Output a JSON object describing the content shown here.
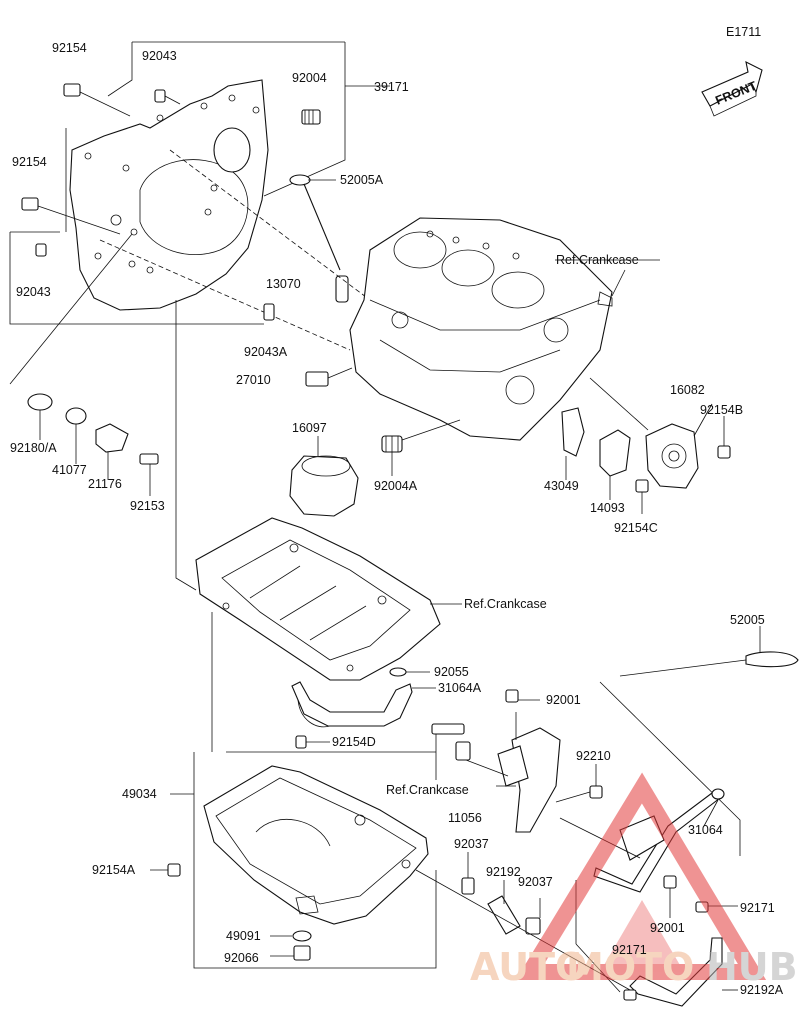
{
  "diagram_code": "E1711",
  "front_label": "FRONT",
  "labels": {
    "p92154_a": "92154",
    "p92043_a": "92043",
    "p92004": "92004",
    "p39171": "39171",
    "p92154_b": "92154",
    "p52005A": "52005A",
    "p92043_b": "92043",
    "p13070": "13070",
    "p92043A": "92043A",
    "p27010": "27010",
    "p92180A": "92180/A",
    "p41077": "41077",
    "p21176": "21176",
    "p92153": "92153",
    "p16097": "16097",
    "p92004A": "92004A",
    "ref_crankcase_1": "Ref.Crankcase",
    "p16082": "16082",
    "p92154B": "92154B",
    "p43049": "43049",
    "p14093": "14093",
    "p92154C": "92154C",
    "ref_crankcase_2": "Ref.Crankcase",
    "p52005": "52005",
    "p92055": "92055",
    "p31064A": "31064A",
    "p92001_a": "92001",
    "p92154D": "92154D",
    "p92210": "92210",
    "p49034": "49034",
    "ref_crankcase_3": "Ref.Crankcase",
    "p11056": "11056",
    "p31064": "31064",
    "p92037_a": "92037",
    "p92154A": "92154A",
    "p92192": "92192",
    "p92037_b": "92037",
    "p92001_b": "92001",
    "p92171_a": "92171",
    "p49091": "49091",
    "p92171_b": "92171",
    "p92066": "92066",
    "p92192A": "92192A"
  },
  "watermark": {
    "text_a": "AUTO",
    "text_b": "MOTO",
    "text_c": "HUB",
    "color_main": "#f0b48c",
    "color_alt": "#b4b4b4",
    "triangle_color": "#e23b3b"
  }
}
